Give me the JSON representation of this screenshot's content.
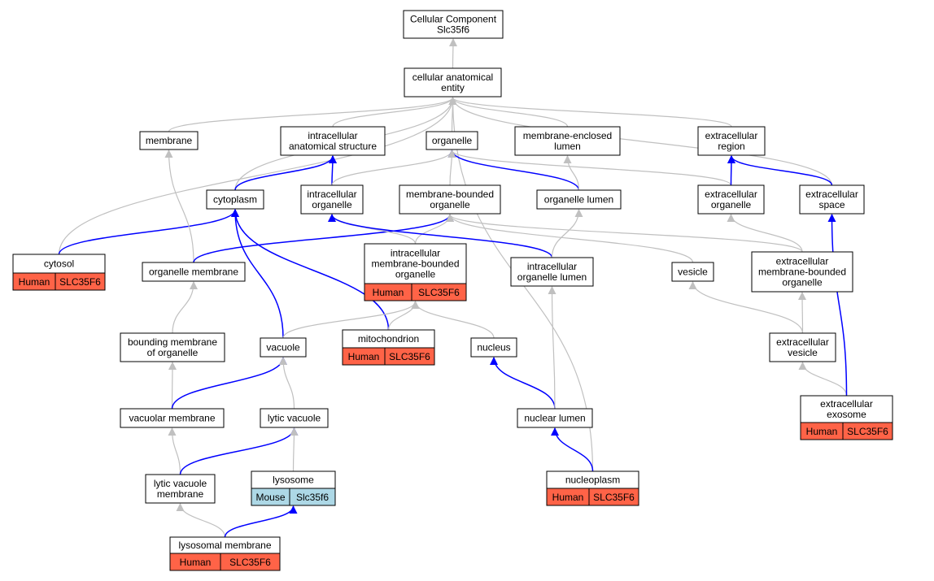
{
  "colors": {
    "isa_edge": "#c0c0c0",
    "partof_edge": "#0000ff",
    "human_cell": "#ff6347",
    "mouse_cell": "#add8e6",
    "node_border": "#000000",
    "node_fill": "#ffffff"
  },
  "nodes": [
    {
      "id": "root",
      "lines": [
        "Cellular Component",
        "Slc35f6"
      ]
    },
    {
      "id": "cae",
      "lines": [
        "cellular anatomical",
        "entity"
      ]
    },
    {
      "id": "membrane",
      "lines": [
        "membrane"
      ]
    },
    {
      "id": "ias",
      "lines": [
        "intracellular",
        "anatomical structure"
      ]
    },
    {
      "id": "organelle",
      "lines": [
        "organelle"
      ]
    },
    {
      "id": "mel",
      "lines": [
        "membrane-enclosed",
        "lumen"
      ]
    },
    {
      "id": "ecr",
      "lines": [
        "extracellular",
        "region"
      ]
    },
    {
      "id": "cytoplasm",
      "lines": [
        "cytoplasm"
      ]
    },
    {
      "id": "io",
      "lines": [
        "intracellular",
        "organelle"
      ]
    },
    {
      "id": "mbo",
      "lines": [
        "membrane-bounded",
        "organelle"
      ]
    },
    {
      "id": "ol",
      "lines": [
        "organelle lumen"
      ]
    },
    {
      "id": "eco",
      "lines": [
        "extracellular",
        "organelle"
      ]
    },
    {
      "id": "ecs",
      "lines": [
        "extracellular",
        "space"
      ]
    },
    {
      "id": "cytosol",
      "lines": [
        "cytosol"
      ],
      "annot": [
        {
          "species": "Human",
          "gene": "SLC35F6"
        }
      ]
    },
    {
      "id": "om",
      "lines": [
        "organelle membrane"
      ]
    },
    {
      "id": "imbo",
      "lines": [
        "intracellular",
        "membrane-bounded",
        "organelle"
      ],
      "annot": [
        {
          "species": "Human",
          "gene": "SLC35F6"
        }
      ]
    },
    {
      "id": "iol",
      "lines": [
        "intracellular",
        "organelle lumen"
      ]
    },
    {
      "id": "vesicle",
      "lines": [
        "vesicle"
      ]
    },
    {
      "id": "ecmbo",
      "lines": [
        "extracellular",
        "membrane-bounded",
        "organelle"
      ]
    },
    {
      "id": "bmo",
      "lines": [
        "bounding membrane",
        "of organelle"
      ]
    },
    {
      "id": "vacuole",
      "lines": [
        "vacuole"
      ]
    },
    {
      "id": "mito",
      "lines": [
        "mitochondrion"
      ],
      "annot": [
        {
          "species": "Human",
          "gene": "SLC35F6"
        }
      ]
    },
    {
      "id": "nucleus",
      "lines": [
        "nucleus"
      ]
    },
    {
      "id": "ecv",
      "lines": [
        "extracellular",
        "vesicle"
      ]
    },
    {
      "id": "vm",
      "lines": [
        "vacuolar membrane"
      ]
    },
    {
      "id": "lv",
      "lines": [
        "lytic vacuole"
      ]
    },
    {
      "id": "nl",
      "lines": [
        "nuclear lumen"
      ]
    },
    {
      "id": "exo",
      "lines": [
        "extracellular",
        "exosome"
      ],
      "annot": [
        {
          "species": "Human",
          "gene": "SLC35F6"
        }
      ]
    },
    {
      "id": "lvm",
      "lines": [
        "lytic vacuole",
        "membrane"
      ]
    },
    {
      "id": "lyso",
      "lines": [
        "lysosome"
      ],
      "annot": [
        {
          "species": "Mouse",
          "gene": "Slc35f6"
        }
      ]
    },
    {
      "id": "np",
      "lines": [
        "nucleoplasm"
      ],
      "annot": [
        {
          "species": "Human",
          "gene": "SLC35F6"
        }
      ]
    },
    {
      "id": "lysm",
      "lines": [
        "lysosomal membrane"
      ],
      "annot": [
        {
          "species": "Human",
          "gene": "SLC35F6"
        }
      ]
    }
  ],
  "edges": [
    {
      "from": "cae",
      "to": "root",
      "type": "is_a"
    },
    {
      "from": "membrane",
      "to": "cae",
      "type": "is_a"
    },
    {
      "from": "ias",
      "to": "cae",
      "type": "is_a"
    },
    {
      "from": "organelle",
      "to": "cae",
      "type": "is_a"
    },
    {
      "from": "mel",
      "to": "cae",
      "type": "is_a"
    },
    {
      "from": "ecr",
      "to": "cae",
      "type": "is_a"
    },
    {
      "from": "cytoplasm",
      "to": "cae",
      "type": "is_a"
    },
    {
      "from": "ecs",
      "to": "cae",
      "type": "is_a"
    },
    {
      "from": "cytosol",
      "to": "cae",
      "type": "is_a"
    },
    {
      "from": "np",
      "to": "cae",
      "type": "is_a"
    },
    {
      "from": "cytoplasm",
      "to": "ias",
      "type": "part_of"
    },
    {
      "from": "io",
      "to": "ias",
      "type": "part_of"
    },
    {
      "from": "io",
      "to": "organelle",
      "type": "is_a"
    },
    {
      "from": "mbo",
      "to": "organelle",
      "type": "is_a"
    },
    {
      "from": "ol",
      "to": "organelle",
      "type": "part_of"
    },
    {
      "from": "eco",
      "to": "organelle",
      "type": "is_a"
    },
    {
      "from": "ol",
      "to": "mel",
      "type": "is_a"
    },
    {
      "from": "eco",
      "to": "ecr",
      "type": "part_of"
    },
    {
      "from": "ecs",
      "to": "ecr",
      "type": "part_of"
    },
    {
      "from": "cytosol",
      "to": "cytoplasm",
      "type": "part_of"
    },
    {
      "from": "vacuole",
      "to": "cytoplasm",
      "type": "part_of"
    },
    {
      "from": "mito",
      "to": "cytoplasm",
      "type": "part_of"
    },
    {
      "from": "om",
      "to": "membrane",
      "type": "is_a"
    },
    {
      "from": "om",
      "to": "mbo",
      "type": "part_of"
    },
    {
      "from": "imbo",
      "to": "io",
      "type": "is_a"
    },
    {
      "from": "imbo",
      "to": "mbo",
      "type": "is_a"
    },
    {
      "from": "iol",
      "to": "io",
      "type": "part_of"
    },
    {
      "from": "iol",
      "to": "ol",
      "type": "is_a"
    },
    {
      "from": "vesicle",
      "to": "mbo",
      "type": "is_a"
    },
    {
      "from": "ecmbo",
      "to": "mbo",
      "type": "is_a"
    },
    {
      "from": "ecmbo",
      "to": "eco",
      "type": "is_a"
    },
    {
      "from": "bmo",
      "to": "om",
      "type": "is_a"
    },
    {
      "from": "vacuole",
      "to": "imbo",
      "type": "is_a"
    },
    {
      "from": "mito",
      "to": "imbo",
      "type": "is_a"
    },
    {
      "from": "nucleus",
      "to": "imbo",
      "type": "is_a"
    },
    {
      "from": "ecv",
      "to": "vesicle",
      "type": "is_a"
    },
    {
      "from": "ecv",
      "to": "ecmbo",
      "type": "is_a"
    },
    {
      "from": "vm",
      "to": "bmo",
      "type": "is_a"
    },
    {
      "from": "vm",
      "to": "vacuole",
      "type": "part_of"
    },
    {
      "from": "lv",
      "to": "vacuole",
      "type": "is_a"
    },
    {
      "from": "nl",
      "to": "nucleus",
      "type": "part_of"
    },
    {
      "from": "nl",
      "to": "iol",
      "type": "is_a"
    },
    {
      "from": "exo",
      "to": "ecv",
      "type": "is_a"
    },
    {
      "from": "exo",
      "to": "ecs",
      "type": "part_of"
    },
    {
      "from": "lvm",
      "to": "vm",
      "type": "is_a"
    },
    {
      "from": "lvm",
      "to": "lv",
      "type": "part_of"
    },
    {
      "from": "lyso",
      "to": "lv",
      "type": "is_a"
    },
    {
      "from": "np",
      "to": "nl",
      "type": "part_of"
    },
    {
      "from": "lysm",
      "to": "lvm",
      "type": "is_a"
    },
    {
      "from": "lysm",
      "to": "lyso",
      "type": "part_of"
    }
  ]
}
